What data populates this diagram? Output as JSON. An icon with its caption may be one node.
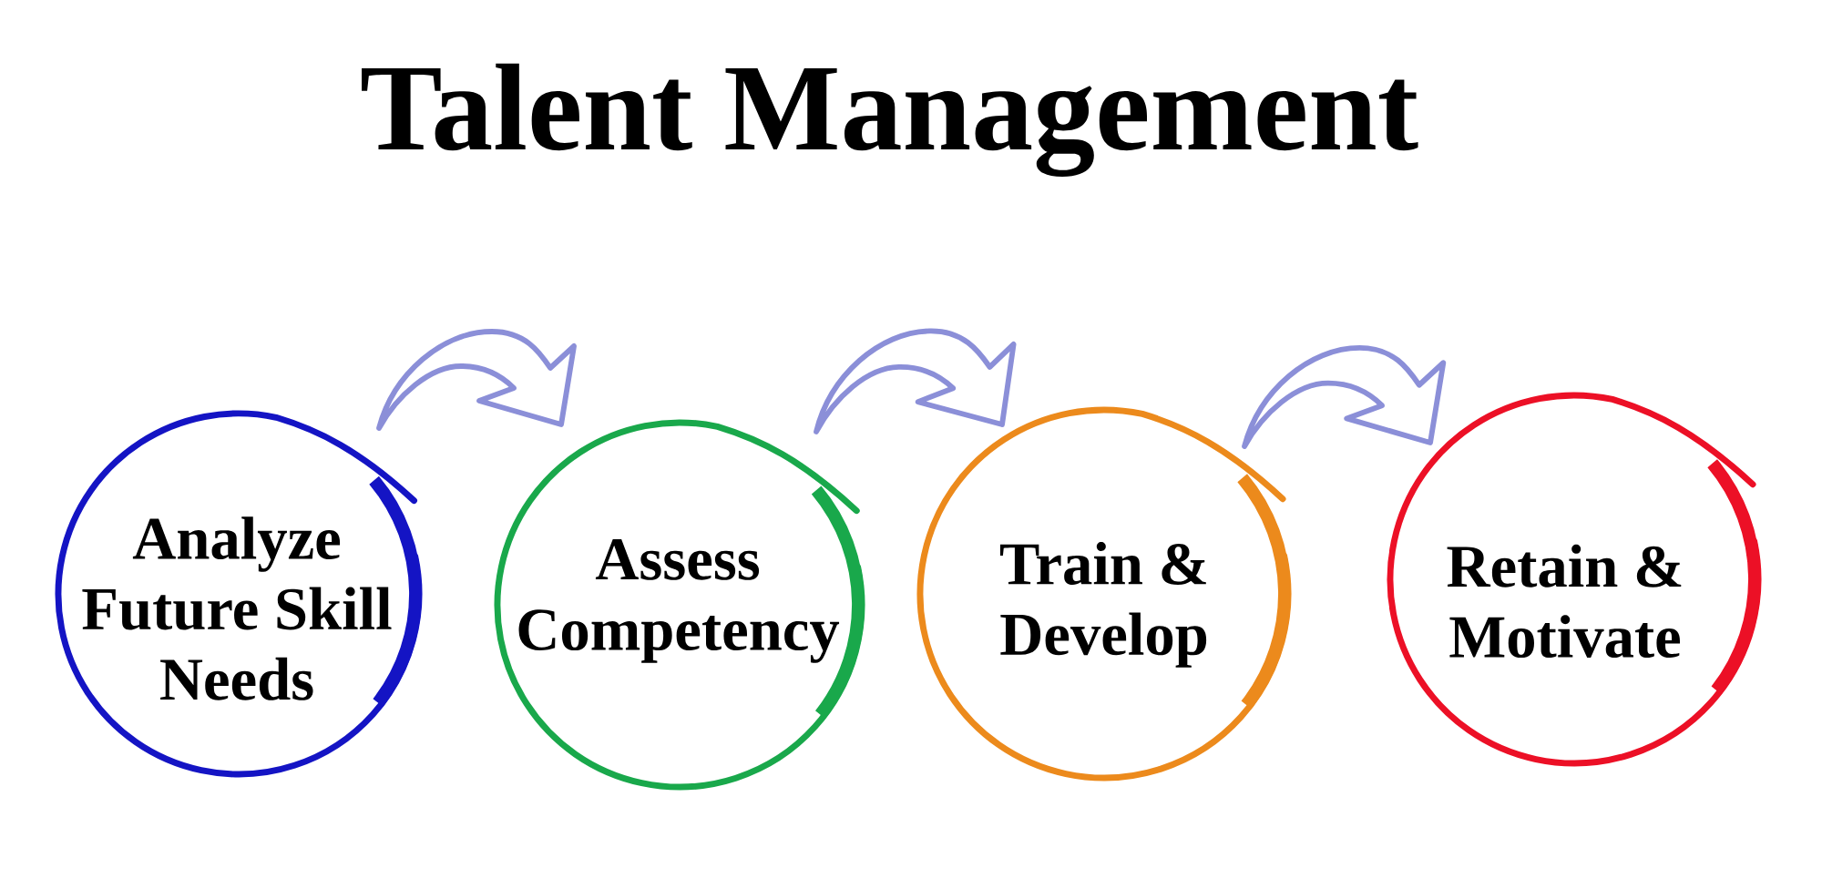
{
  "diagram": {
    "title": "Talent Management",
    "nodes": [
      {
        "text": [
          "Analyze Future Skill Needs"
        ]
      },
      {
        "text": [
          "Assess Competency"
        ]
      },
      {
        "text": [
          "Train & Develop"
        ]
      },
      {
        "text": [
          "Retain & Motivate"
        ]
      }
    ],
    "edges": [
      {
        "from": 0,
        "to": 1,
        "arrow": "to"
      },
      {
        "from": 1,
        "to": 2,
        "arrow": "to"
      },
      {
        "from": 2,
        "to": 3,
        "arrow": "to"
      }
    ]
  }
}
